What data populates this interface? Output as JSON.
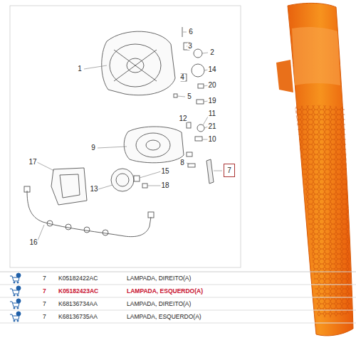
{
  "diagram": {
    "nodes": [
      {
        "text": [
          "7"
        ]
      }
    ],
    "labels": [
      "6",
      "3",
      "2",
      "1",
      "14",
      "4",
      "5",
      "20",
      "19",
      "12",
      "11",
      "21",
      "10",
      "9",
      "8",
      "17",
      "15",
      "13",
      "18",
      "16",
      "7",
      "K05182422AC",
      "LAMPADA, DIREITO(A)",
      "7",
      "K05182423AC",
      "LAMPADA, ESQUERDO(A)",
      "7",
      "K68136734AA",
      "LAMPADA, DIREITO(A)",
      "7",
      "K68136735AA",
      "LAMPADA, ESQUERDO(A)"
    ]
  }
}
